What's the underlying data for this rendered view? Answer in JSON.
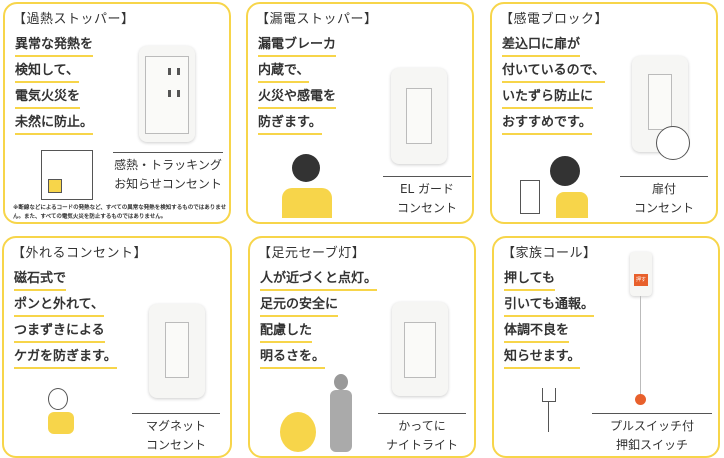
{
  "cards": [
    {
      "title": "【過熱ストッパー】",
      "lines": [
        "異常な発熱を",
        "検知して、",
        "電気火災を",
        "未然に防止。"
      ],
      "caption": [
        "感熱・トラッキング",
        "お知らせコンセント"
      ],
      "note": "※断線などによるコードの発熱など、すべての異常な発熱を検知するものではありません。また、すべての電気火災を防止するものではありません。"
    },
    {
      "title": "【漏電ストッパー】",
      "lines": [
        "漏電ブレーカ",
        "内蔵で、",
        "火災や感電を",
        "防ぎます。"
      ],
      "caption": [
        "EL ガード",
        "コンセント"
      ]
    },
    {
      "title": "【感電ブロック】",
      "lines": [
        "差込口に扉が",
        "付いているので、",
        "いたずら防止に",
        "おすすめです。"
      ],
      "caption": [
        "扉付",
        "コンセント"
      ]
    },
    {
      "title": "【外れるコンセント】",
      "lines": [
        "磁石式で",
        "ポンと外れて、",
        "つまずきによる",
        "ケガを防ぎます。"
      ],
      "caption": [
        "マグネット",
        "コンセント"
      ]
    },
    {
      "title": "【足元セーブ灯】",
      "lines": [
        "人が近づくと点灯。",
        "足元の安全に",
        "配慮した",
        "明るさを。"
      ],
      "caption": [
        "かってに",
        "ナイトライト"
      ]
    },
    {
      "title": "【家族コール】",
      "lines": [
        "押しても",
        "引いても通報。",
        "体調不良を",
        "知らせます。"
      ],
      "caption": [
        "プルスイッチ付",
        "押釦スイッチ"
      ],
      "button_label": "押す"
    }
  ],
  "colors": {
    "accent": "#f7d54a",
    "call_button": "#e8602c"
  }
}
